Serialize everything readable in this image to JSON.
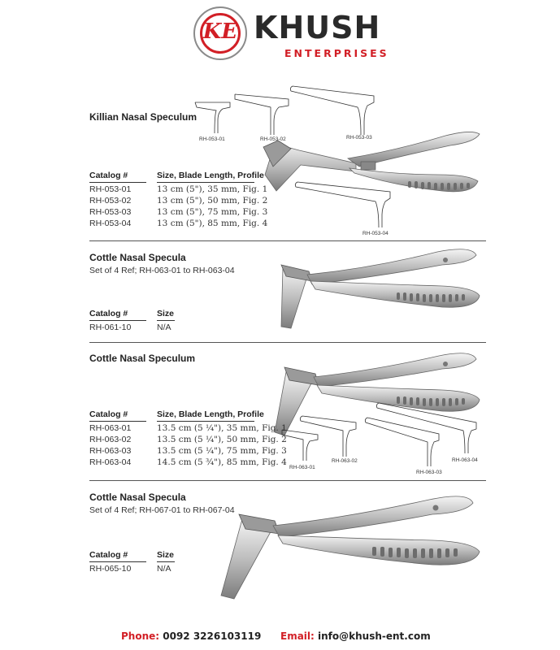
{
  "brand": {
    "logo_mark": "KE",
    "name": "KHUSH",
    "subtitle": "ENTERPRISES",
    "accent_color": "#d21f26"
  },
  "sections": [
    {
      "title": "Killian Nasal Speculum",
      "headers": [
        "Catalog #",
        "Size, Blade Length, Profile"
      ],
      "rows": [
        [
          "RH-053-01",
          "13 cm (5\"), 35 mm, Fig. 1"
        ],
        [
          "RH-053-02",
          "13 cm (5\"), 50 mm, Fig. 2"
        ],
        [
          "RH-053-03",
          "13 cm (5\"), 75 mm, Fig. 3"
        ],
        [
          "RH-053-04",
          "13 cm (5\"), 85 mm, Fig. 4"
        ]
      ],
      "figure_labels": [
        "RH-053-01",
        "RH-053-02",
        "RH-053-03",
        "RH-053-04"
      ]
    },
    {
      "title": "Cottle Nasal Specula",
      "description": "Set of 4 Ref; RH-063-01 to RH-063-04",
      "headers": [
        "Catalog #",
        "Size"
      ],
      "rows": [
        [
          "RH-061-10",
          "N/A"
        ]
      ]
    },
    {
      "title": "Cottle Nasal Speculum",
      "headers": [
        "Catalog #",
        "Size, Blade Length, Profile"
      ],
      "rows": [
        [
          "RH-063-01",
          "13.5 cm (5 ¼\"), 35 mm, Fig. 1"
        ],
        [
          "RH-063-02",
          "13.5 cm (5 ¼\"), 50 mm, Fig. 2"
        ],
        [
          "RH-063-03",
          "13.5 cm (5 ¼\"), 75 mm, Fig. 3"
        ],
        [
          "RH-063-04",
          "14.5 cm (5 ¾\"), 85 mm, Fig. 4"
        ]
      ],
      "figure_labels": [
        "RH-063-01",
        "RH-063-02",
        "RH-063-03",
        "RH-063-04"
      ]
    },
    {
      "title": "Cottle Nasal Specula",
      "description": "Set of 4 Ref; RH-067-01 to RH-067-04",
      "headers": [
        "Catalog #",
        "Size"
      ],
      "rows": [
        [
          "RH-065-10",
          "N/A"
        ]
      ]
    }
  ],
  "footer": {
    "phone_label": "Phone:",
    "phone": "0092 3226103119",
    "email_label": "Email:",
    "email": "info@khush-ent.com"
  },
  "icons": [
    "speculum-instrument-image",
    "blade-profile-outline"
  ]
}
